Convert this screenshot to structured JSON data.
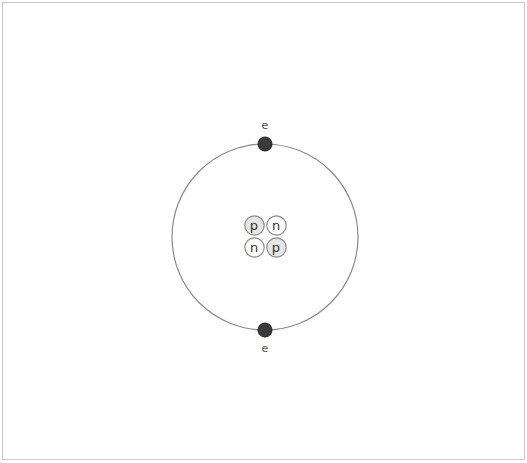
{
  "diagram": {
    "nodes": [
      {
        "text": [
          "e"
        ]
      },
      {
        "text": [
          "p"
        ]
      },
      {
        "text": [
          "n"
        ]
      },
      {
        "text": [
          "n"
        ]
      },
      {
        "text": [
          "p"
        ]
      },
      {
        "text": [
          "e"
        ]
      }
    ]
  }
}
